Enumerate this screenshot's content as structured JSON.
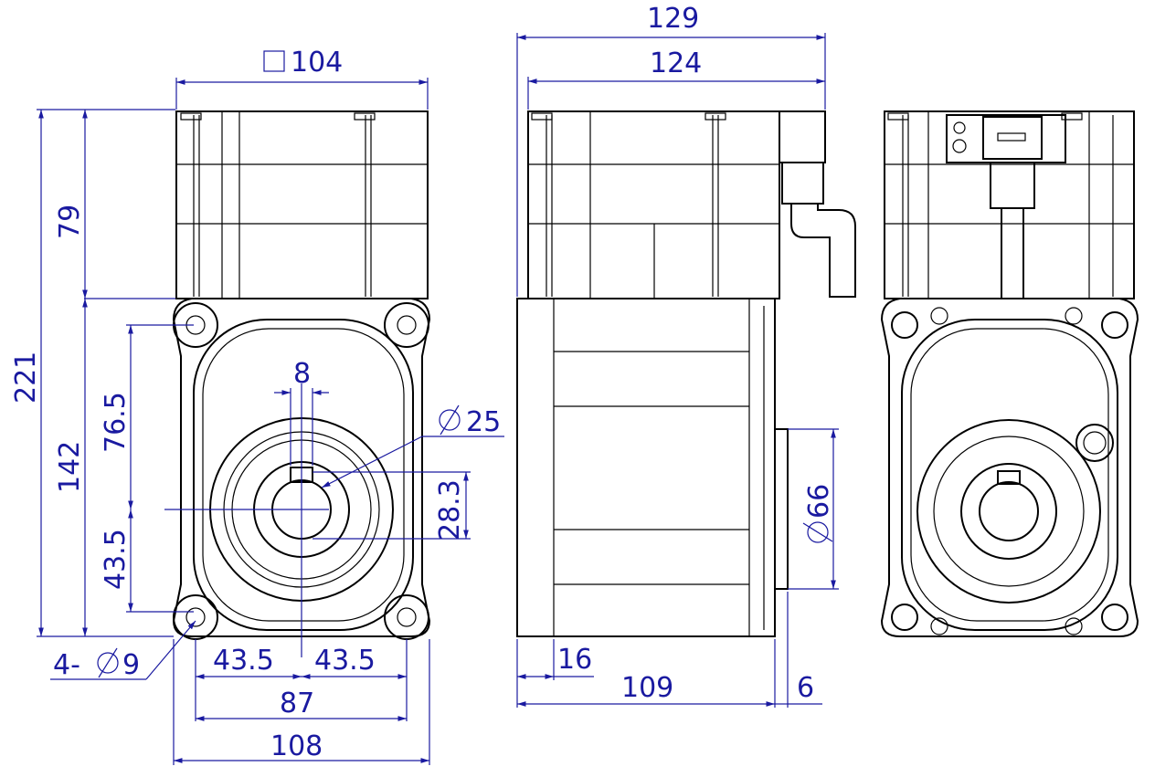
{
  "colors": {
    "dimension": "#1a1aa0",
    "part": "#000000",
    "background": "#ffffff"
  },
  "dimensions": {
    "front": {
      "flange_square": "104",
      "total_length": "221",
      "brake_length": "79",
      "gear_length": "142",
      "upper_hole_offset": "76.5",
      "lower_hole_offset": "43.5",
      "key_width": "8",
      "shaft_diameter": "25",
      "key_height": "28.3",
      "hole_count_diameter": "4-",
      "hole_diameter": "9",
      "left_half_spacing": "43.5",
      "right_half_spacing": "43.5",
      "hole_spacing": "87",
      "overall_width": "108"
    },
    "side": {
      "overall_depth": "129",
      "motor_depth": "124",
      "flange_step": "16",
      "gear_depth": "109",
      "pilot_length": "6",
      "pilot_diameter": "66"
    }
  }
}
